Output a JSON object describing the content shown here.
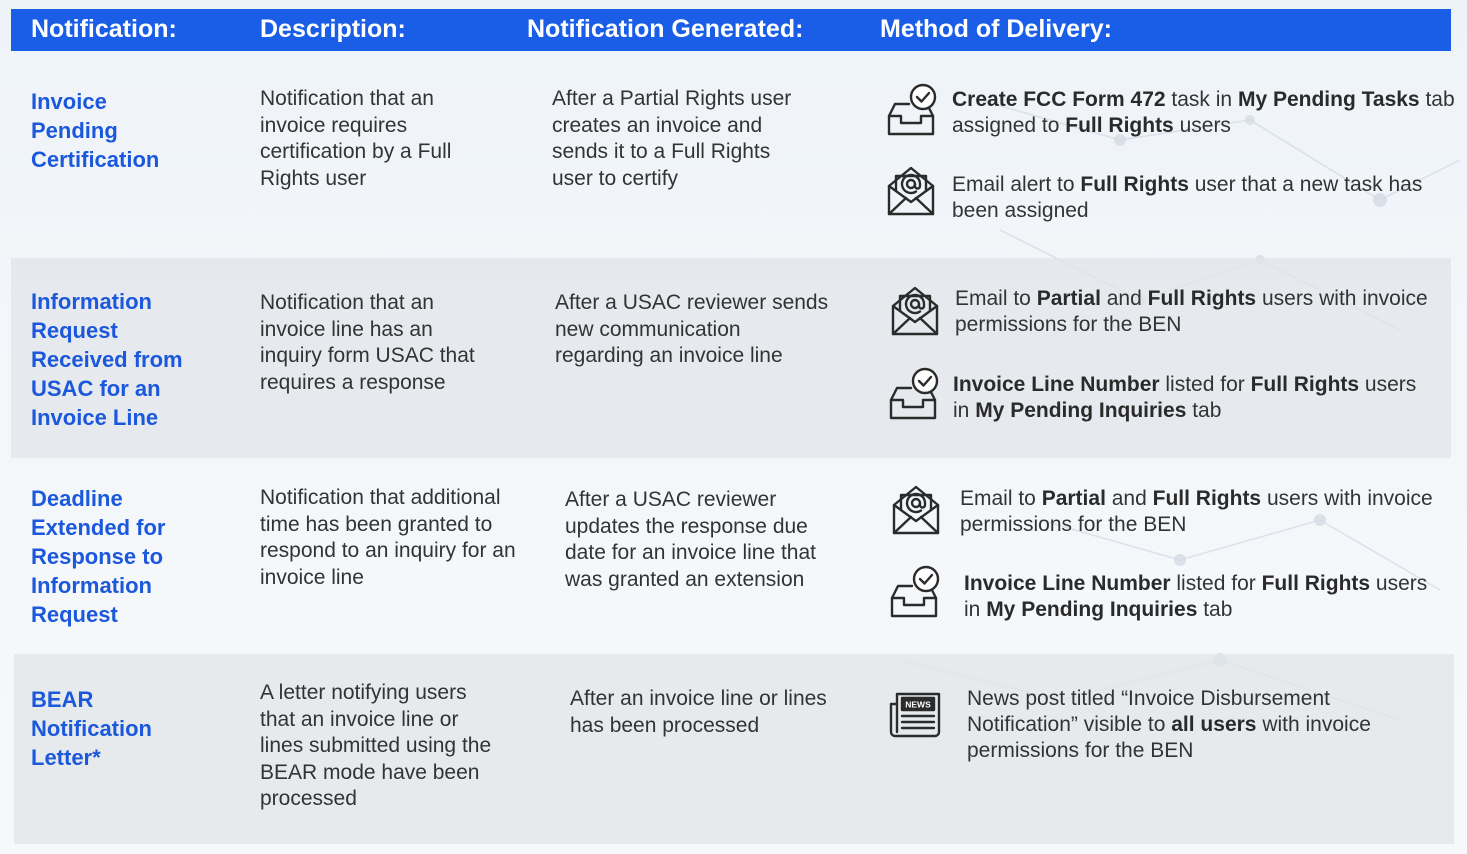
{
  "header": {
    "notification": "Notification:",
    "description": "Description:",
    "generated": "Notification Generated:",
    "delivery": "Method of Delivery:"
  },
  "rows": [
    {
      "notification": "Invoice\nPending\nCertification",
      "description": "Notification that an\ninvoice requires\ncertification by a Full\nRights user",
      "generated": "After a Partial Rights user\ncreates an invoice and\nsends it to a Full Rights\nuser to certify",
      "methods": [
        {
          "icon": "inbox-check-icon",
          "line1": [
            {
              "t": "Create FCC Form 472",
              "b": true
            },
            {
              "t": " task in ",
              "b": false
            },
            {
              "t": "My Pending Tasks",
              "b": true
            },
            {
              "t": " tab",
              "b": false
            }
          ],
          "line2": [
            {
              "t": "assigned to ",
              "b": false
            },
            {
              "t": "Full Rights",
              "b": true
            },
            {
              "t": " users",
              "b": false
            }
          ]
        },
        {
          "icon": "email-icon",
          "line1": [
            {
              "t": "Email alert to ",
              "b": false
            },
            {
              "t": "Full Rights",
              "b": true
            },
            {
              "t": " user that a new task has",
              "b": false
            }
          ],
          "line2": [
            {
              "t": "been assigned",
              "b": false
            }
          ]
        }
      ]
    },
    {
      "notification": "Information\nRequest\nReceived from\nUSAC for an\nInvoice Line",
      "description": "Notification that an\ninvoice line has an\ninquiry form USAC that\nrequires a response",
      "generated": "After a USAC reviewer sends\nnew communication\nregarding an invoice line",
      "methods": [
        {
          "icon": "email-icon",
          "line1": [
            {
              "t": "Email to ",
              "b": false
            },
            {
              "t": "Partial",
              "b": true
            },
            {
              "t": " and ",
              "b": false
            },
            {
              "t": "Full Rights",
              "b": true
            },
            {
              "t": " users with invoice",
              "b": false
            }
          ],
          "line2": [
            {
              "t": "permissions for the BEN",
              "b": false
            }
          ]
        },
        {
          "icon": "inbox-check-icon",
          "line1": [
            {
              "t": "Invoice Line Number",
              "b": true
            },
            {
              "t": " listed for ",
              "b": false
            },
            {
              "t": "Full Rights",
              "b": true
            },
            {
              "t": " users",
              "b": false
            }
          ],
          "line2": [
            {
              "t": "in ",
              "b": false
            },
            {
              "t": "My Pending Inquiries",
              "b": true
            },
            {
              "t": " tab",
              "b": false
            }
          ]
        }
      ]
    },
    {
      "notification": "Deadline\nExtended for\nResponse to\nInformation\nRequest",
      "description": "Notification that additional\ntime has been granted to\nrespond to an inquiry for an\ninvoice line",
      "generated": "After a USAC reviewer\nupdates the response due\ndate for an invoice line that\nwas granted an extension",
      "methods": [
        {
          "icon": "email-icon",
          "line1": [
            {
              "t": "Email to ",
              "b": false
            },
            {
              "t": "Partial",
              "b": true
            },
            {
              "t": " and ",
              "b": false
            },
            {
              "t": "Full Rights",
              "b": true
            },
            {
              "t": " users with invoice",
              "b": false
            }
          ],
          "line2": [
            {
              "t": "permissions for the BEN",
              "b": false
            }
          ]
        },
        {
          "icon": "inbox-check-icon",
          "line1": [
            {
              "t": "Invoice Line Number",
              "b": true
            },
            {
              "t": " listed for ",
              "b": false
            },
            {
              "t": "Full Rights",
              "b": true
            },
            {
              "t": " users",
              "b": false
            }
          ],
          "line2": [
            {
              "t": "in ",
              "b": false
            },
            {
              "t": "My Pending Inquiries",
              "b": true
            },
            {
              "t": " tab",
              "b": false
            }
          ]
        }
      ]
    },
    {
      "notification": "BEAR\nNotification\nLetter*",
      "description": "A letter notifying users\nthat an invoice line or\nlines submitted using the\nBEAR mode have been\nprocessed",
      "generated": "After an invoice line or lines\nhas been processed",
      "methods": [
        {
          "icon": "newspaper-icon",
          "icon_label": "NEWS",
          "line1": [
            {
              "t": "News post titled “Invoice Disbursement",
              "b": false
            }
          ],
          "line2": [
            {
              "t": "Notification” visible to ",
              "b": false
            },
            {
              "t": "all users",
              "b": true
            },
            {
              "t": " with invoice",
              "b": false
            }
          ],
          "line3": [
            {
              "t": "permissions for the BEN",
              "b": false
            }
          ]
        }
      ]
    }
  ],
  "colors": {
    "header_bg": "#1a5ee8",
    "notification_text": "#1b58db",
    "body_text": "#333333",
    "row_shade": "#e2e5e9"
  }
}
